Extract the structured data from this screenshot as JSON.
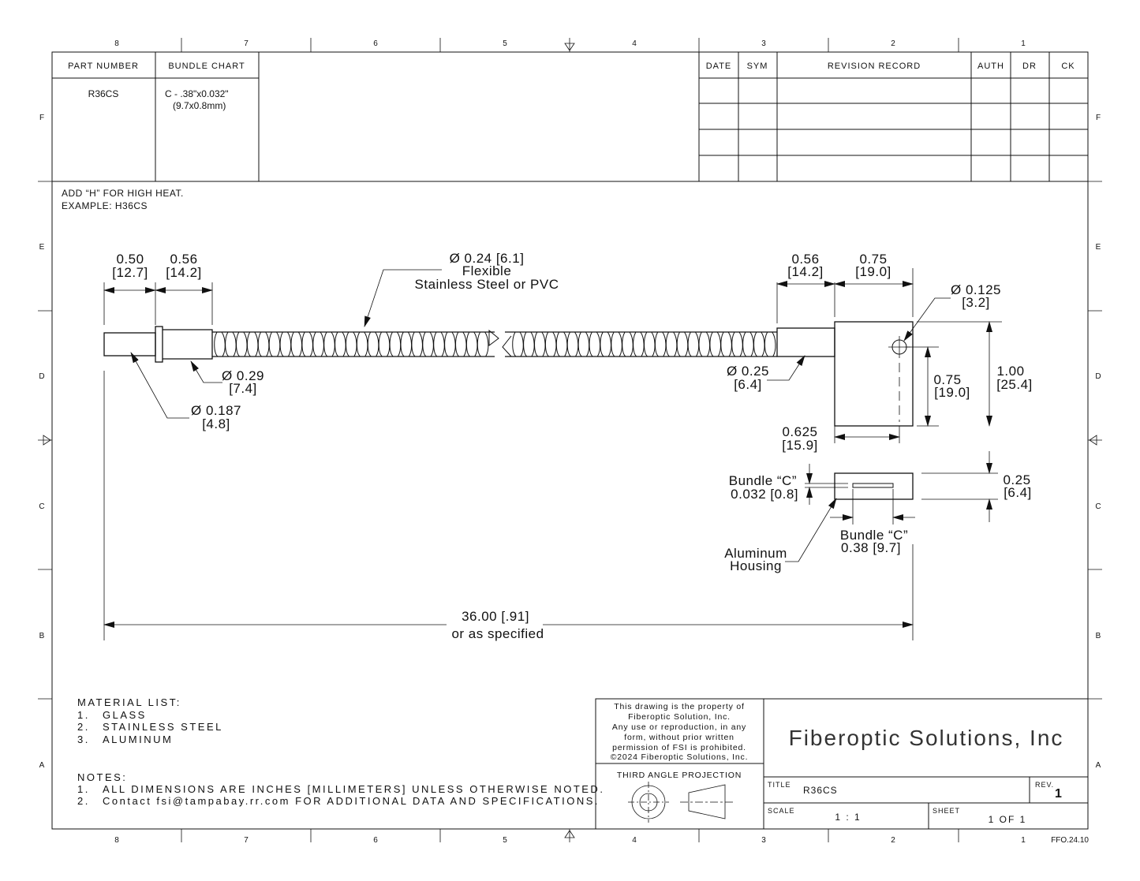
{
  "border": {
    "top_zones": [
      "8",
      "7",
      "6",
      "5",
      "4",
      "3",
      "2",
      "1"
    ],
    "bottom_zones": [
      "8",
      "7",
      "6",
      "5",
      "4",
      "3",
      "2",
      "1"
    ],
    "side_zones": [
      "F",
      "E",
      "D",
      "C",
      "B",
      "A"
    ],
    "sheet_code": "FFO.24.10"
  },
  "part_table": {
    "headers": [
      "PART NUMBER",
      "BUNDLE CHART"
    ],
    "part_number": "R36CS",
    "bundle_line1": "C - .38\"x0.032\"",
    "bundle_line2": "(9.7x0.8mm)"
  },
  "revision_table": {
    "headers": [
      "DATE",
      "SYM",
      "REVISION RECORD",
      "AUTH",
      "DR",
      "CK"
    ]
  },
  "heat_note": {
    "line1": "ADD “H” FOR HIGH HEAT.",
    "line2": "EXAMPLE: H36CS"
  },
  "dimensions": {
    "tip_len": "0.50",
    "tip_len_mm": "[12.7]",
    "ferrule_len": "0.56",
    "ferrule_len_mm": "[14.2]",
    "sheath_dia": "Ø 0.24 [6.1]",
    "sheath_line2": "Flexible",
    "sheath_line3": "Stainless Steel or PVC",
    "ferrule_dia": "Ø 0.29",
    "ferrule_dia_mm": "[7.4]",
    "tip_dia": "Ø 0.187",
    "tip_dia_mm": "[4.8]",
    "end_len": "0.56",
    "end_len_mm": "[14.2]",
    "block_len": "0.75",
    "block_len_mm": "[19.0]",
    "hole_dia": "Ø 0.125",
    "hole_dia_mm": "[3.2]",
    "end_dia": "Ø 0.25",
    "end_dia_mm": "[6.4]",
    "hole_pos": "0.75",
    "hole_pos_mm": "[19.0]",
    "block_height": "1.00",
    "block_height_mm": "[25.4]",
    "slot_pos": "0.625",
    "slot_pos_mm": "[15.9]",
    "bundle_thk_label": "Bundle “C”",
    "bundle_thk": "0.032 [0.8]",
    "block_thk": "0.25",
    "block_thk_mm": "[6.4]",
    "bundle_w_label": "Bundle “C”",
    "bundle_w": "0.38 [9.7]",
    "housing_line1": "Aluminum",
    "housing_line2": "Housing",
    "overall": "36.00 [.91]",
    "overall_line2": "or as specified"
  },
  "material_list": {
    "title": "MATERIAL LIST:",
    "items": [
      {
        "num": "1.",
        "text": "GLASS"
      },
      {
        "num": "2.",
        "text": "STAINLESS STEEL"
      },
      {
        "num": "3.",
        "text": "ALUMINUM"
      }
    ]
  },
  "notes": {
    "title": "NOTES:",
    "items": [
      {
        "num": "1.",
        "text": "ALL DIMENSIONS ARE INCHES [MILLIMETERS] UNLESS OTHERWISE NOTED."
      },
      {
        "num": "2.",
        "text": "Contact fsi@tampabay.rr.com FOR ADDITIONAL DATA AND SPECIFICATIONS."
      }
    ]
  },
  "title_block": {
    "disclaimer": [
      "This drawing is the property of",
      "Fiberoptic Solution, Inc.",
      "Any use or reproduction, in any",
      "form, without prior written",
      "permission of FSI is prohibited.",
      "©2024 Fiberoptic Solutions, Inc."
    ],
    "projection": "THIRD ANGLE PROJECTION",
    "company": "Fiberoptic Solutions, Inc",
    "title_label": "TITLE",
    "title_value": "R36CS",
    "rev_label": "REV.",
    "rev_value": "1",
    "scale_label": "SCALE",
    "scale_value": "1 : 1",
    "sheet_label": "SHEET",
    "sheet_value": "1  OF 1"
  }
}
